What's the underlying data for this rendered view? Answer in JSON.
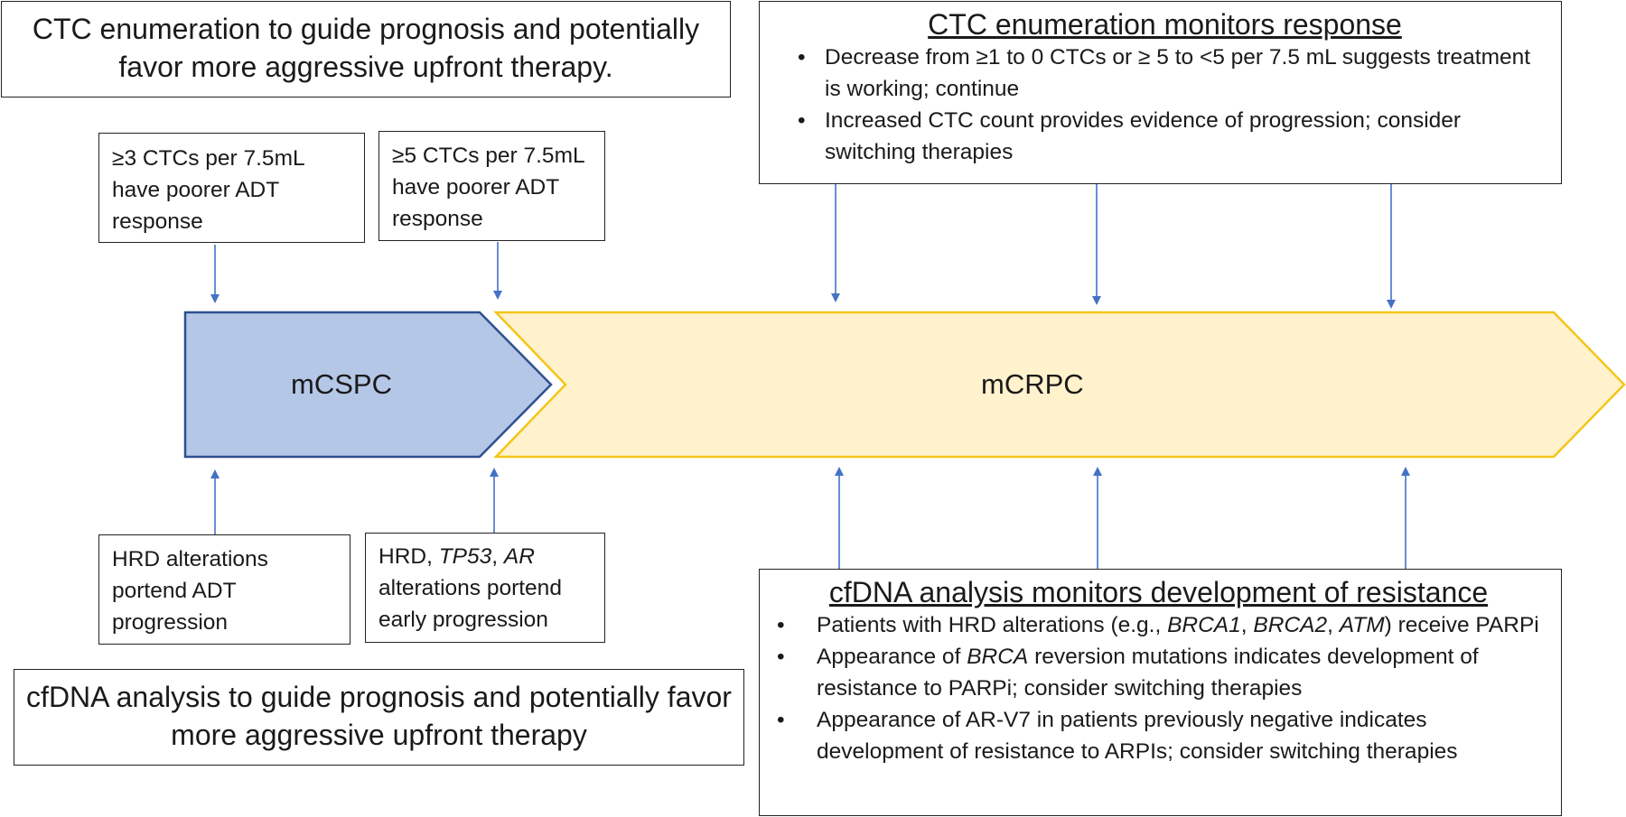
{
  "top_left_box": {
    "text": "CTC enumeration to guide prognosis and potentially favor more aggressive upfront therapy."
  },
  "ctc_box_1": {
    "text": "≥3 CTCs per 7.5mL have poorer ADT response"
  },
  "ctc_box_2": {
    "text": "≥5 CTCs per 7.5mL have poorer ADT response"
  },
  "ctc_monitor": {
    "title": "CTC enumeration monitors response",
    "bullets": [
      "Decrease from ≥1 to 0 CTCs or ≥ 5 to <5 per 7.5 mL suggests treatment is working; continue",
      "Increased CTC count provides evidence of progression; consider switching therapies"
    ]
  },
  "stages": {
    "mcspc": {
      "label": "mCSPC",
      "fill": "#b4c7e7",
      "stroke": "#2f4f8f"
    },
    "mcrpc": {
      "label": "mCRPC",
      "fill": "#fff2cc",
      "stroke": "#f5c518"
    }
  },
  "hrd_box_1": {
    "text": "HRD alterations portend ADT progression"
  },
  "hrd_box_2": {
    "prefix": "HRD, ",
    "tp53": "TP53",
    "sep": ", ",
    "ar": "AR",
    "suffix": " alterations portend early progression"
  },
  "bottom_left_box": {
    "text": "cfDNA analysis to guide prognosis and potentially favor more aggressive upfront therapy"
  },
  "cfdna_monitor": {
    "title": "cfDNA analysis monitors development of resistance",
    "b1_pre": "Patients with HRD alterations (e.g., ",
    "b1_g1": "BRCA1",
    "b1_s1": ", ",
    "b1_g2": "BRCA2",
    "b1_s2": ", ",
    "b1_g3": "ATM",
    "b1_post": ") receive PARPi",
    "b2_pre": "Appearance of ",
    "b2_g": "BRCA",
    "b2_post": " reversion mutations indicates development of resistance to PARPi; consider switching therapies",
    "b3": "Appearance of AR-V7 in patients previously negative indicates development of resistance to ARPIs; consider switching therapies"
  },
  "colors": {
    "arrow": "#4472c4"
  }
}
